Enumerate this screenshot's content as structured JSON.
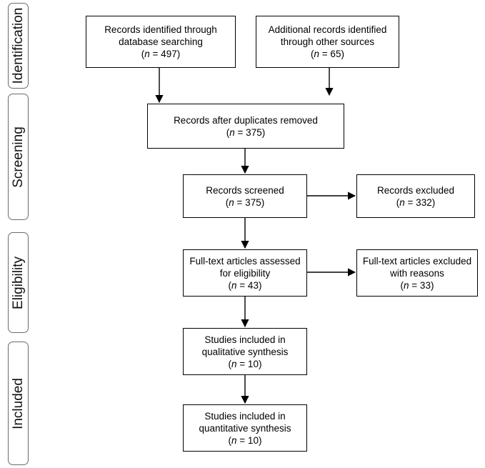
{
  "phases": {
    "identification": "Identification",
    "screening": "Screening",
    "eligibility": "Eligibility",
    "included": "Included"
  },
  "boxes": {
    "db_search": {
      "line1": "Records identified through",
      "line2": "database searching",
      "n_prefix": "n",
      "n_suffix": " = 497)"
    },
    "other_sources": {
      "line1": "Additional records identified",
      "line2": "through other sources",
      "n_prefix": "n",
      "n_suffix": " = 65)"
    },
    "duplicates_removed": {
      "line1": "Records after duplicates removed",
      "n_prefix": "n",
      "n_suffix": " = 375)"
    },
    "screened": {
      "line1": "Records screened",
      "n_prefix": "n",
      "n_suffix": " = 375)"
    },
    "excluded": {
      "line1": "Records excluded",
      "n_prefix": "n",
      "n_suffix": " = 332)"
    },
    "fulltext_assessed": {
      "line1": "Full-text articles assessed",
      "line2": "for eligibility",
      "n_prefix": "n",
      "n_suffix": " = 43)"
    },
    "fulltext_excluded": {
      "line1": "Full-text articles excluded",
      "line2": "with reasons",
      "n_prefix": "n",
      "n_suffix": " = 33)"
    },
    "qualitative": {
      "line1": "Studies included in",
      "line2": "qualitative synthesis",
      "n_prefix": "n",
      "n_suffix": " = 10)"
    },
    "quantitative": {
      "line1": "Studies included in",
      "line2": "quantitative synthesis",
      "n_prefix": "n",
      "n_suffix": " = 10)"
    }
  }
}
